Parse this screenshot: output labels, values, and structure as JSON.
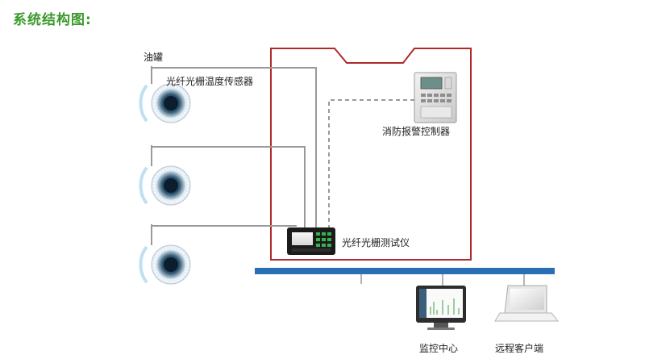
{
  "title": "系统结构图:",
  "labels": {
    "oil_tank": "油罐",
    "sensor": "光纤光栅温度传感器",
    "fire_panel": "消防报警控制器",
    "tester": "光纤光栅测试仪",
    "monitor_center": "监控中心",
    "remote_client": "远程客户端"
  },
  "colors": {
    "title": "#3a9a2a",
    "enclosure": "#b02a2a",
    "bus": "#2a6fb4",
    "fiber": "#9a9a9a"
  }
}
